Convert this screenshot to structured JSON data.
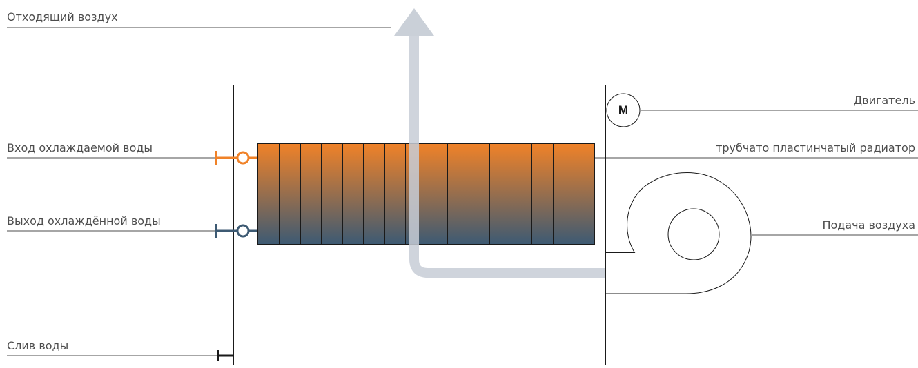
{
  "labels": {
    "exhaust_air": "Отходящий воздух",
    "motor": "Двигатель",
    "cooled_water_in": "Вход охлаждаемой воды",
    "radiator": "трубчато пластинчатый радиатор",
    "cooled_water_out": "Выход охлаждённой воды",
    "air_supply": "Подача воздуха",
    "water_drain": "Слив воды"
  },
  "motor_symbol": "M",
  "radiator": {
    "fin_count": 16,
    "color_top": "#f08228",
    "color_bottom": "#3d5a73"
  },
  "colors": {
    "hot_water": "#f08228",
    "cold_water": "#3d5a73",
    "airflow": "#c7cdd6",
    "leader_line": "#4d4d4d",
    "outline": "#1a1a1a"
  }
}
